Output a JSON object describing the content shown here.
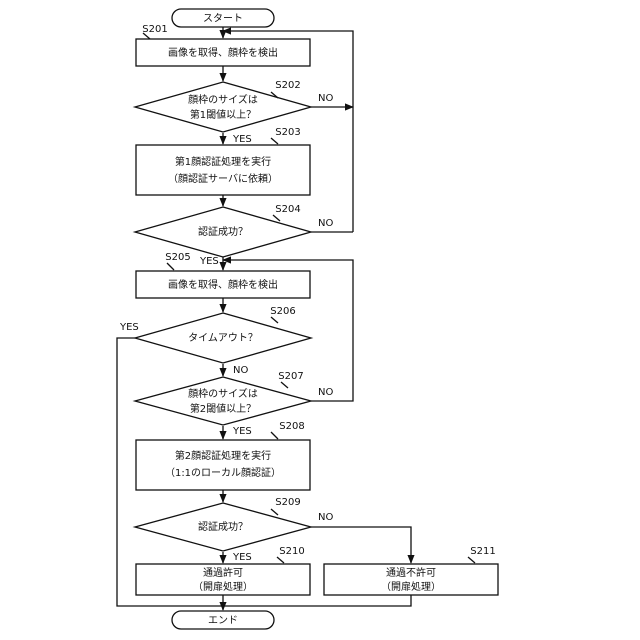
{
  "flowchart": {
    "start": "スタート",
    "end": "エンド",
    "labels": {
      "yes": "YES",
      "no": "NO"
    },
    "nodes": {
      "s201": {
        "step": "S201",
        "lines": [
          "画像を取得、顔枠を検出"
        ]
      },
      "s202": {
        "step": "S202",
        "lines": [
          "顔枠のサイズは",
          "第1閾値以上？"
        ]
      },
      "s203": {
        "step": "S203",
        "lines": [
          "第1顔認証処理を実行",
          "（顔認証サーバに依頼）"
        ]
      },
      "s204": {
        "step": "S204",
        "lines": [
          "認証成功？"
        ]
      },
      "s205": {
        "step": "S205",
        "lines": [
          "画像を取得、顔枠を検出"
        ]
      },
      "s206": {
        "step": "S206",
        "lines": [
          "タイムアウト？"
        ]
      },
      "s207": {
        "step": "S207",
        "lines": [
          "顔枠のサイズは",
          "第2閾値以上？"
        ]
      },
      "s208": {
        "step": "S208",
        "lines": [
          "第2顔認証処理を実行",
          "（1:1のローカル顔認証）"
        ]
      },
      "s209": {
        "step": "S209",
        "lines": [
          "認証成功？"
        ]
      },
      "s210": {
        "step": "S210",
        "lines": [
          "通過許可",
          "（開扉処理）"
        ]
      },
      "s211": {
        "step": "S211",
        "lines": [
          "通過不許可",
          "（開扉処理）"
        ]
      }
    }
  }
}
